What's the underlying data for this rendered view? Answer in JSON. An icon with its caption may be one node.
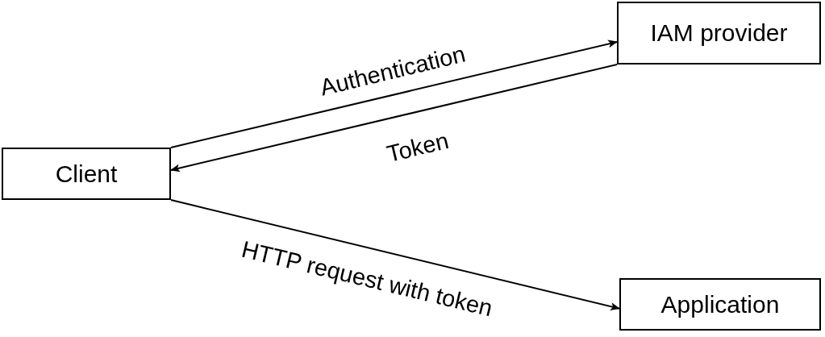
{
  "diagram": {
    "nodes": [
      {
        "text": [
          "Client"
        ]
      },
      {
        "text": [
          "IAM provider"
        ]
      },
      {
        "text": [
          "Application"
        ]
      }
    ],
    "edges": [
      {
        "from": 0,
        "to": 1,
        "arrow": "to",
        "label": "Authentication"
      },
      {
        "from": 1,
        "to": 0,
        "arrow": "to",
        "label": "Token"
      },
      {
        "from": 0,
        "to": 2,
        "arrow": "to",
        "label": "HTTP request with token"
      }
    ]
  }
}
